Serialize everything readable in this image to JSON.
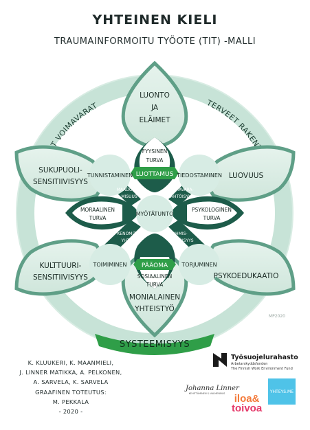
{
  "title": "YHTEINEN KIELI",
  "subtitle": "TRAUMAINFORMOITU TYÖOTE (TIT) -MALLI",
  "ring": {
    "left_label": "HENKISET VOIMAVARAT",
    "right_label": "TERVEET RAKENTEET",
    "bottom_label": "SYSTEEMISYYS"
  },
  "outer_petals": {
    "top": [
      "LUONTO",
      "JA",
      "ELÄIMET"
    ],
    "upper_left": [
      "SUKUPUOLI-",
      "SENSITIIVISYYS"
    ],
    "upper_right": [
      "LUOVUUS"
    ],
    "lower_left": [
      "KULTTUURI-",
      "SENSITIIVISYYS"
    ],
    "lower_right": [
      "PSYKOEDUKAATIO"
    ],
    "bottom": [
      "MONIALAINEN",
      "YHTEISTYÖ"
    ]
  },
  "inner_petals": {
    "top": [
      "FYYSINEN",
      "TURVA"
    ],
    "left": [
      "MORAALINEN",
      "TURVA"
    ],
    "right": [
      "PSYKOLOGINEN",
      "TURVA"
    ],
    "bottom": [
      "SOSIAALINEN",
      "TURVA"
    ]
  },
  "circles": {
    "upper_left": "TUNNISTAMINEN",
    "upper_right": "TIEDOSTAMINEN",
    "lower_left": "TOIMIMINEN",
    "lower_right": "TORJUMINEN",
    "center": "MYÖTÄTUNTO"
  },
  "banners": {
    "top": "LUOTTAMUS",
    "bottom": "PÄÄOMA"
  },
  "spokes": {
    "upper_left": [
      "MAADOTTU-",
      "MISUUS"
    ],
    "upper_right": [
      "VOIMAVARA-",
      "LÄHTÖISYYS"
    ],
    "lower_left": [
      "KENOMITEI-",
      "YHTEYS"
    ],
    "lower_right": [
      "IHMIS-",
      "LÄHTÖISYYS"
    ]
  },
  "signature": "MP2020",
  "credits": [
    "K. KLUUKERI, K. MAANMIELI,",
    "J. LINNER MATIKKA, A. PELKONEN,",
    "A. SARVELA, K. SARVELA",
    "GRAAFINEN TOTEUTUS:",
    "M. PEKKALA",
    "- 2020 -"
  ],
  "logos": {
    "tyosuojelurahasto": "Työsuojelurahasto",
    "tyosuojelurahasto_sub1": "Arbetarskyddsfonden",
    "tyosuojelurahasto_sub2": "The Finnish Work Environment Fund",
    "johanna": "Johanna Linner",
    "johanna_sub": "KEHITTÄMINEN & VALMENNUS",
    "iloa_line1": "iloa&",
    "iloa_line2": "toivoa",
    "yhteys": "YHTEYS.ME"
  },
  "colors": {
    "dark_green": "#1d5c4a",
    "mid_green": "#5f9f87",
    "light_green": "#b9dccd",
    "ring_green": "#c7e3d7",
    "circle_fill": "#d7ece4",
    "bright_green": "#2f9e48"
  }
}
